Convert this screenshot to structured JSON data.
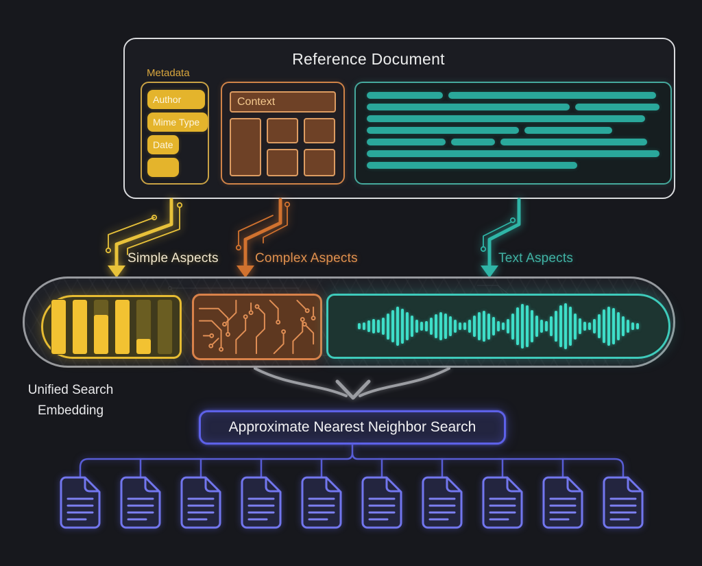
{
  "refdoc": {
    "title": "Reference Document",
    "metadata": {
      "label": "Metadata",
      "pills": [
        {
          "label": "Author",
          "width": 84
        },
        {
          "label": "Mime Type",
          "width": 88
        },
        {
          "label": "Date",
          "width": 46
        },
        {
          "label": "",
          "width": 46
        }
      ]
    },
    "context": {
      "label": "Context"
    },
    "text_preview": {
      "rows": [
        [
          26,
          71
        ],
        [
          70,
          29
        ],
        [
          95
        ],
        [
          52,
          30
        ],
        [
          27,
          15,
          50
        ],
        [
          100
        ],
        [
          72
        ]
      ]
    }
  },
  "aspects": {
    "simple": {
      "label": "Simple Aspects",
      "color": "#e8c23a",
      "icon": "bar-chart-icon"
    },
    "complex": {
      "label": "Complex Aspects",
      "color": "#d1722f",
      "icon": "circuit-board-icon"
    },
    "text": {
      "label": "Text Aspects",
      "color": "#2fb5a7",
      "icon": "waveform-icon"
    }
  },
  "embedding": {
    "label_line1": "Unified Search",
    "label_line2": "Embedding",
    "bars": [
      1,
      1,
      0.72,
      1,
      0.28,
      0
    ],
    "waveform": [
      0.06,
      0.1,
      0.18,
      0.25,
      0.2,
      0.3,
      0.5,
      0.65,
      0.78,
      0.7,
      0.55,
      0.38,
      0.22,
      0.12,
      0.15,
      0.3,
      0.45,
      0.55,
      0.48,
      0.35,
      0.2,
      0.1,
      0.08,
      0.2,
      0.38,
      0.55,
      0.62,
      0.5,
      0.32,
      0.15,
      0.1,
      0.25,
      0.5,
      0.75,
      0.92,
      0.85,
      0.65,
      0.4,
      0.2,
      0.15,
      0.35,
      0.6,
      0.85,
      0.95,
      0.78,
      0.5,
      0.28,
      0.12,
      0.1,
      0.25,
      0.45,
      0.68,
      0.8,
      0.72,
      0.55,
      0.35,
      0.2,
      0.1,
      0.05
    ]
  },
  "ann": {
    "label": "Approximate Nearest Neighbor Search",
    "accent": "#5d61e8"
  },
  "results": {
    "count": 10,
    "icon": "document-icon"
  },
  "colors": {
    "background": "#17181d",
    "gold": "#e8c23a",
    "orange": "#d1722f",
    "teal": "#2fb5a7",
    "indigo": "#5d61e8",
    "gray": "#97999e"
  }
}
